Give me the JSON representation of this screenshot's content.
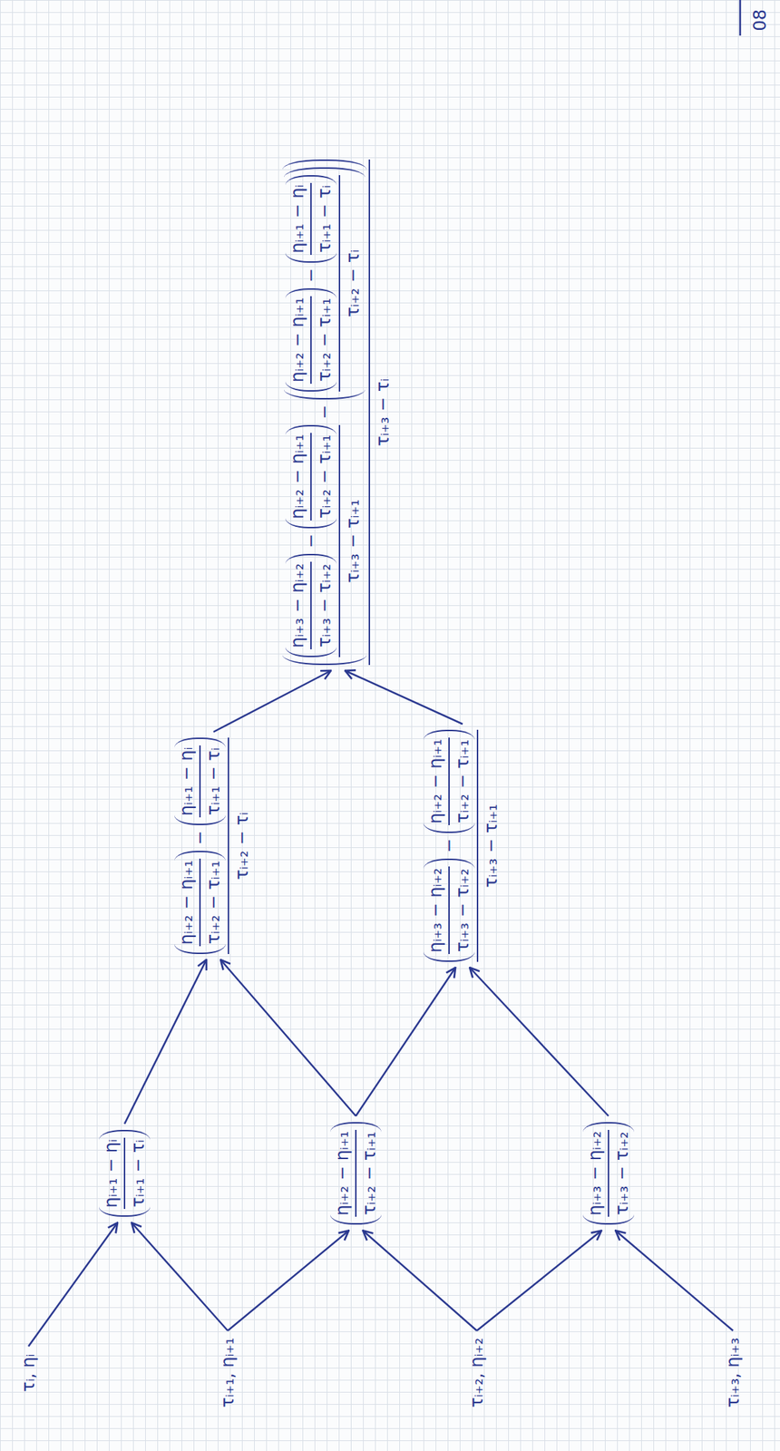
{
  "diagram": {
    "nodes": [
      {
        "text": [
          "τᵢ, ηᵢ"
        ]
      },
      {
        "text": [
          "τᵢ₊₁, ηᵢ₊₁"
        ]
      },
      {
        "text": [
          "τᵢ₊₂, ηᵢ₊₂"
        ]
      },
      {
        "text": [
          "τᵢ₊₃, ηᵢ₊₃"
        ]
      },
      {
        "text": [
          "ηᵢ₊₁ − ηᵢ",
          "τᵢ₊₁ − τᵢ"
        ]
      },
      {
        "text": [
          "ηᵢ₊₂ − ηᵢ₊₁",
          "τᵢ₊₂ − τᵢ₊₁"
        ]
      },
      {
        "text": [
          "ηᵢ₊₃ − ηᵢ₊₂",
          "τᵢ₊₃ − τᵢ₊₂"
        ]
      },
      {
        "text": [
          "ηᵢ₊₂ − ηᵢ₊₁",
          "τᵢ₊₂ − τᵢ₊₁",
          "−",
          "ηᵢ₊₁ − ηᵢ",
          "τᵢ₊₁ − τᵢ",
          "τᵢ₊₂ − τᵢ"
        ]
      },
      {
        "text": [
          "ηᵢ₊₃ − ηᵢ₊₂",
          "τᵢ₊₃ − τᵢ₊₂",
          "−",
          "ηᵢ₊₂ − ηᵢ₊₁",
          "τᵢ₊₂ − τᵢ₊₁",
          "τᵢ₊₃ − τᵢ₊₁"
        ]
      },
      {
        "text": [
          "ηᵢ₊₃ − ηᵢ₊₂",
          "τᵢ₊₃ − τᵢ₊₂",
          "−",
          "ηᵢ₊₂ − ηᵢ₊₁",
          "τᵢ₊₂ − τᵢ₊₁",
          "τᵢ₊₃ − τᵢ₊₁",
          "−",
          "ηᵢ₊₂ − ηᵢ₊₁",
          "τᵢ₊₂ − τᵢ₊₁",
          "−",
          "ηᵢ₊₁ − ηᵢ",
          "τᵢ₊₁ − τᵢ",
          "τᵢ₊₂ − τᵢ",
          "τᵢ₊₃ − τᵢ"
        ]
      }
    ],
    "edges": [
      {
        "from": 0,
        "to": 4,
        "arrow": "to"
      },
      {
        "from": 1,
        "to": 4,
        "arrow": "to"
      },
      {
        "from": 1,
        "to": 5,
        "arrow": "to"
      },
      {
        "from": 2,
        "to": 5,
        "arrow": "to"
      },
      {
        "from": 2,
        "to": 6,
        "arrow": "to"
      },
      {
        "from": 3,
        "to": 6,
        "arrow": "to"
      },
      {
        "from": 4,
        "to": 7,
        "arrow": "to"
      },
      {
        "from": 5,
        "to": 7,
        "arrow": "to"
      },
      {
        "from": 5,
        "to": 8,
        "arrow": "to"
      },
      {
        "from": 6,
        "to": 8,
        "arrow": "to"
      },
      {
        "from": 7,
        "to": 9,
        "arrow": "to"
      },
      {
        "from": 8,
        "to": 9,
        "arrow": "to"
      }
    ],
    "labels": [
      "08"
    ]
  }
}
